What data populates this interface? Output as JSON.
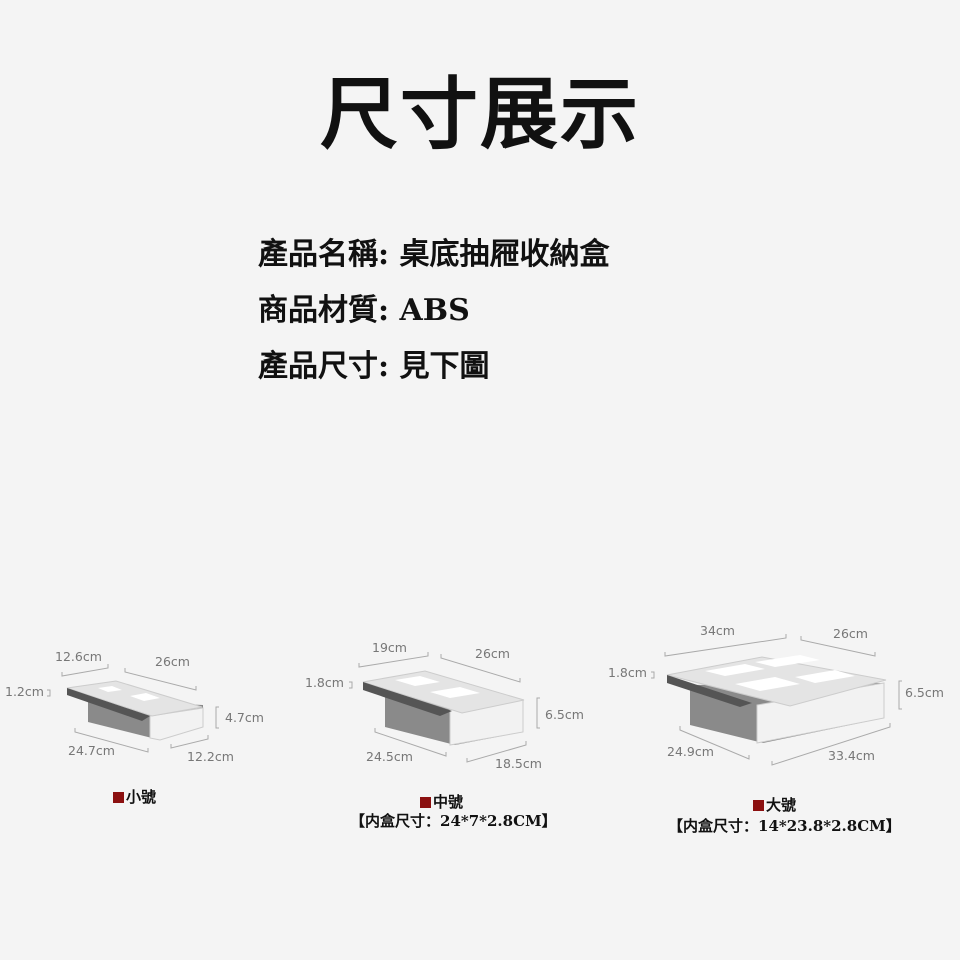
{
  "title": "尺寸展示",
  "info": {
    "name": "產品名稱: 桌底抽屜收納盒",
    "material": "商品材質: ABS",
    "size": "產品尺寸: 見下圖"
  },
  "accent_color": "#8b1010",
  "products": [
    {
      "label": "小號",
      "dims": {
        "top_left": "12.6cm",
        "top_right": "26cm",
        "lid": "1.2cm",
        "height": "4.7cm",
        "bottom_left": "24.7cm",
        "bottom_right": "12.2cm"
      }
    },
    {
      "label": "中號",
      "inner": "【内盒尺寸：24*7*2.8CM】",
      "dims": {
        "top_left": "19cm",
        "top_right": "26cm",
        "lid": "1.8cm",
        "height": "6.5cm",
        "bottom_left": "24.5cm",
        "bottom_right": "18.5cm"
      }
    },
    {
      "label": "大號",
      "inner": "【内盒尺寸：14*23.8*2.8CM】",
      "dims": {
        "top_left": "34cm",
        "top_right": "26cm",
        "lid": "1.8cm",
        "height": "6.5cm",
        "bottom_left": "24.9cm",
        "bottom_right": "33.4cm"
      }
    }
  ]
}
